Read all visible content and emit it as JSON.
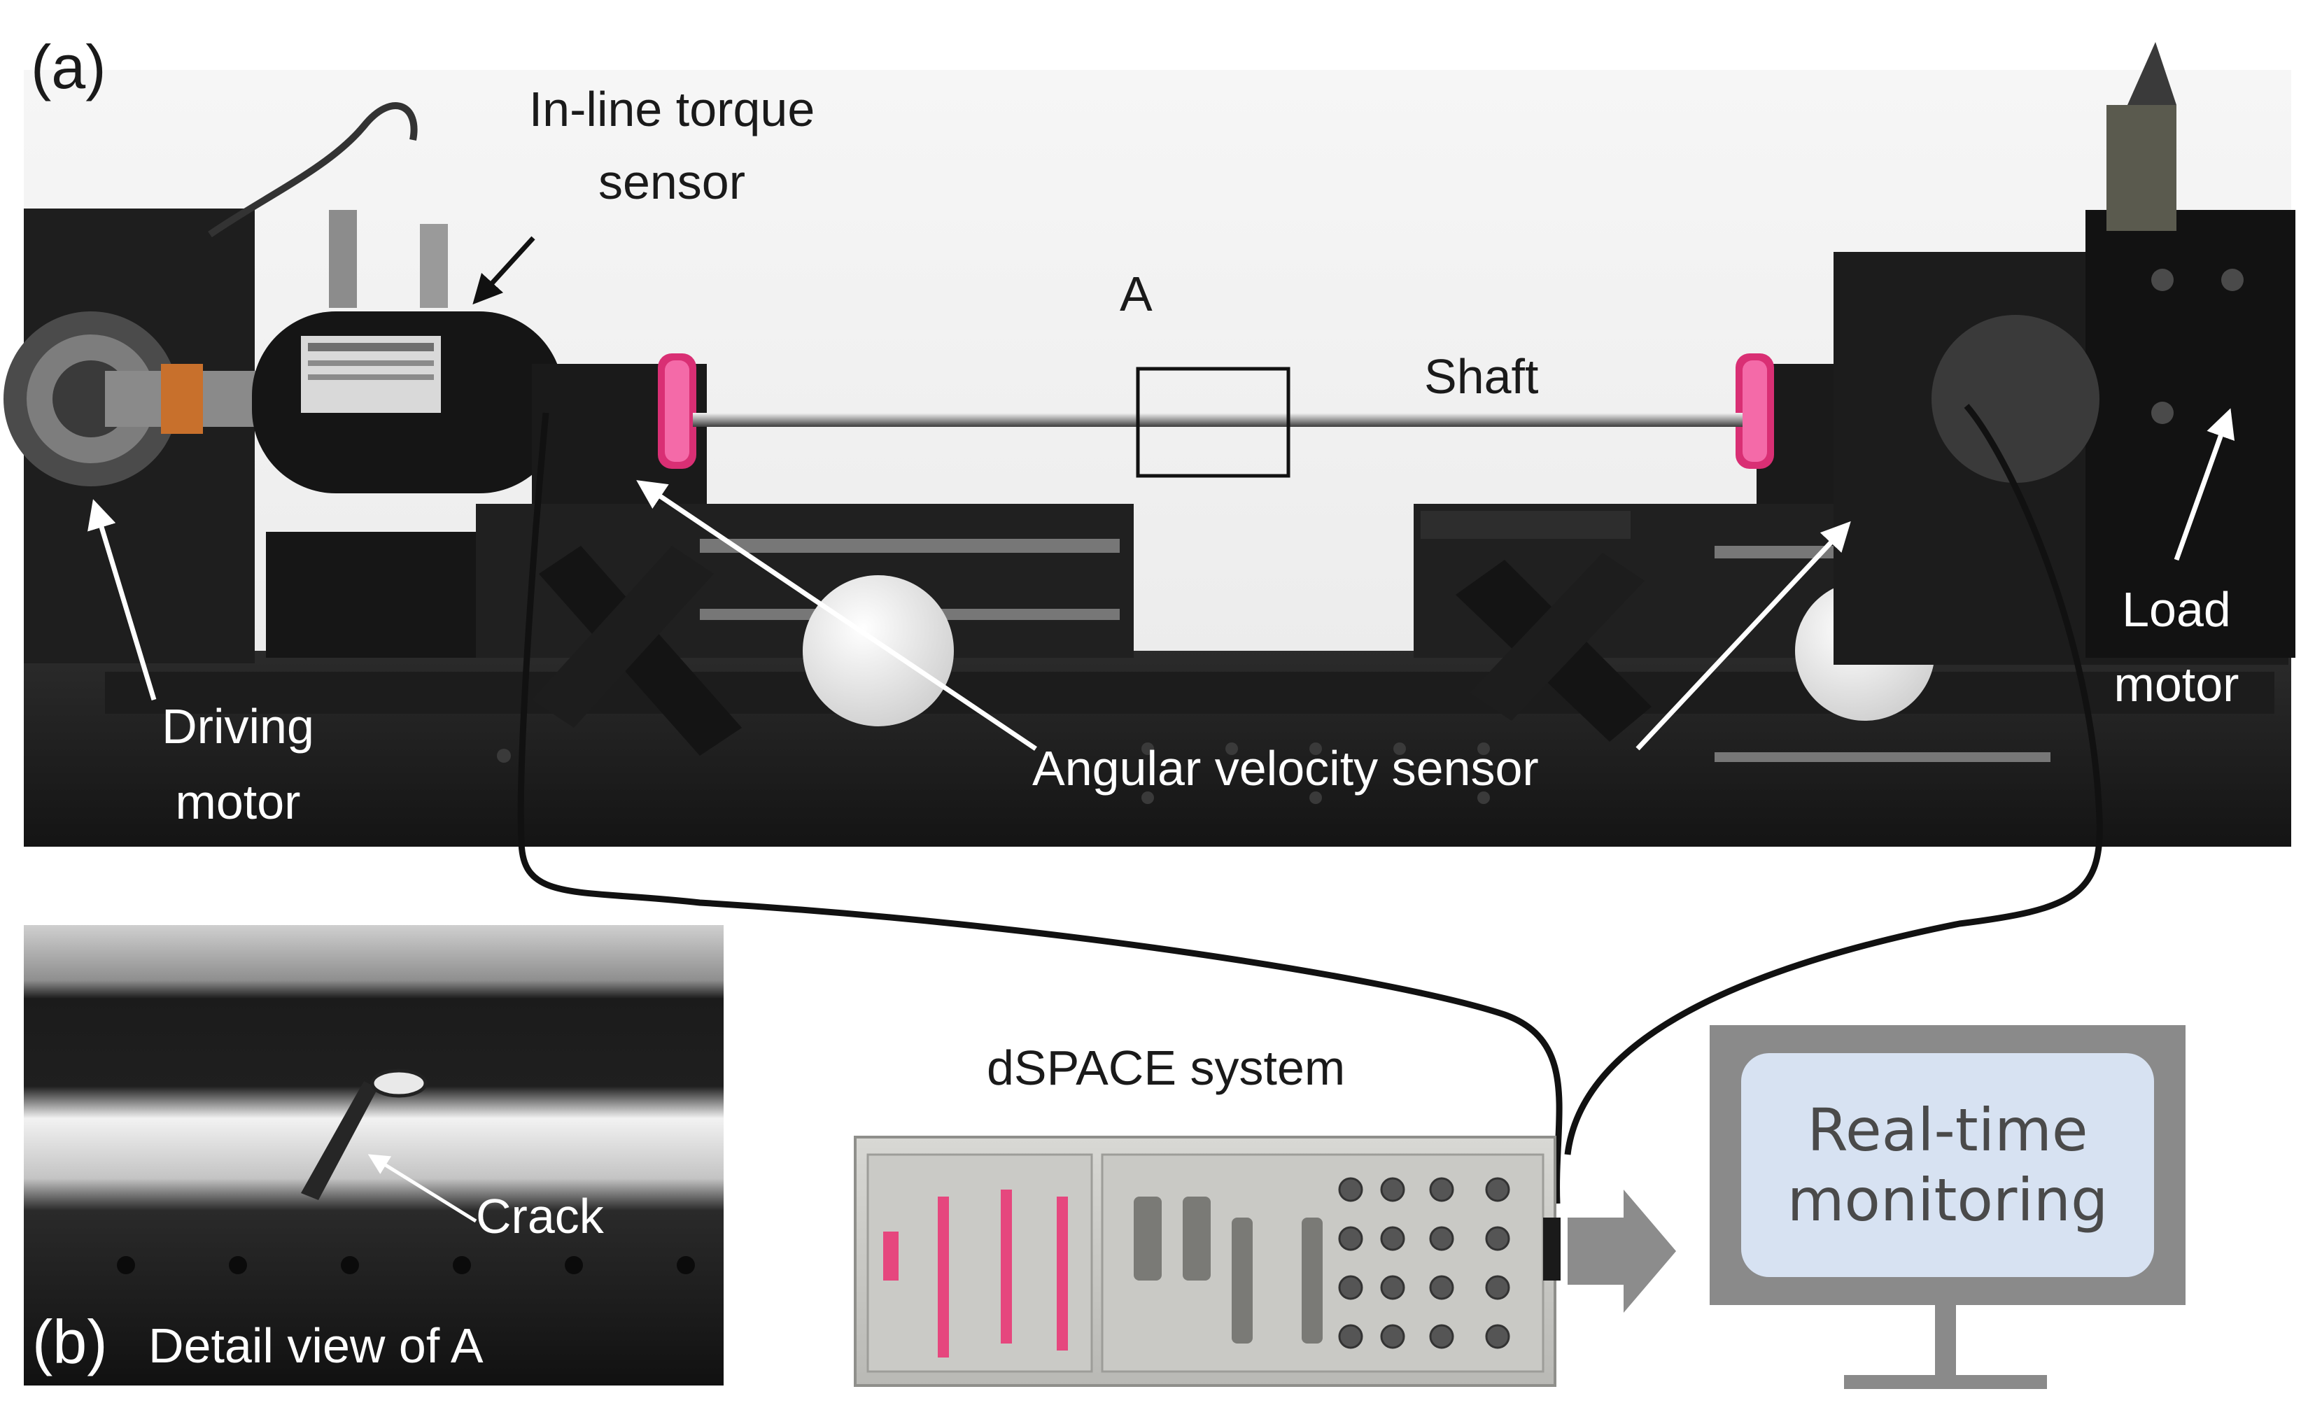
{
  "panel_a": {
    "letter": "(a)",
    "labels": {
      "torque_sensor": [
        "In-line torque",
        "sensor"
      ],
      "box_label": "A",
      "shaft": "Shaft",
      "load_motor": [
        "Load",
        "motor"
      ],
      "driving_motor": [
        "Driving",
        "motor"
      ],
      "angular_velocity_sensor": "Angular velocity sensor"
    }
  },
  "panel_b": {
    "letter": "(b)",
    "caption": "Detail view of A",
    "crack_label": "Crack"
  },
  "dspace": {
    "label": "dSPACE system"
  },
  "monitor": {
    "text": [
      "Real-time",
      "monitoring"
    ]
  },
  "colors": {
    "photo_dark": "#232323",
    "screen_fill": "#d7e2f2",
    "monitor_frame": "#8a8a8a",
    "arrow_gray": "#8c8c8c",
    "cable": "#111111",
    "sensor_glow": "#e0307a"
  }
}
